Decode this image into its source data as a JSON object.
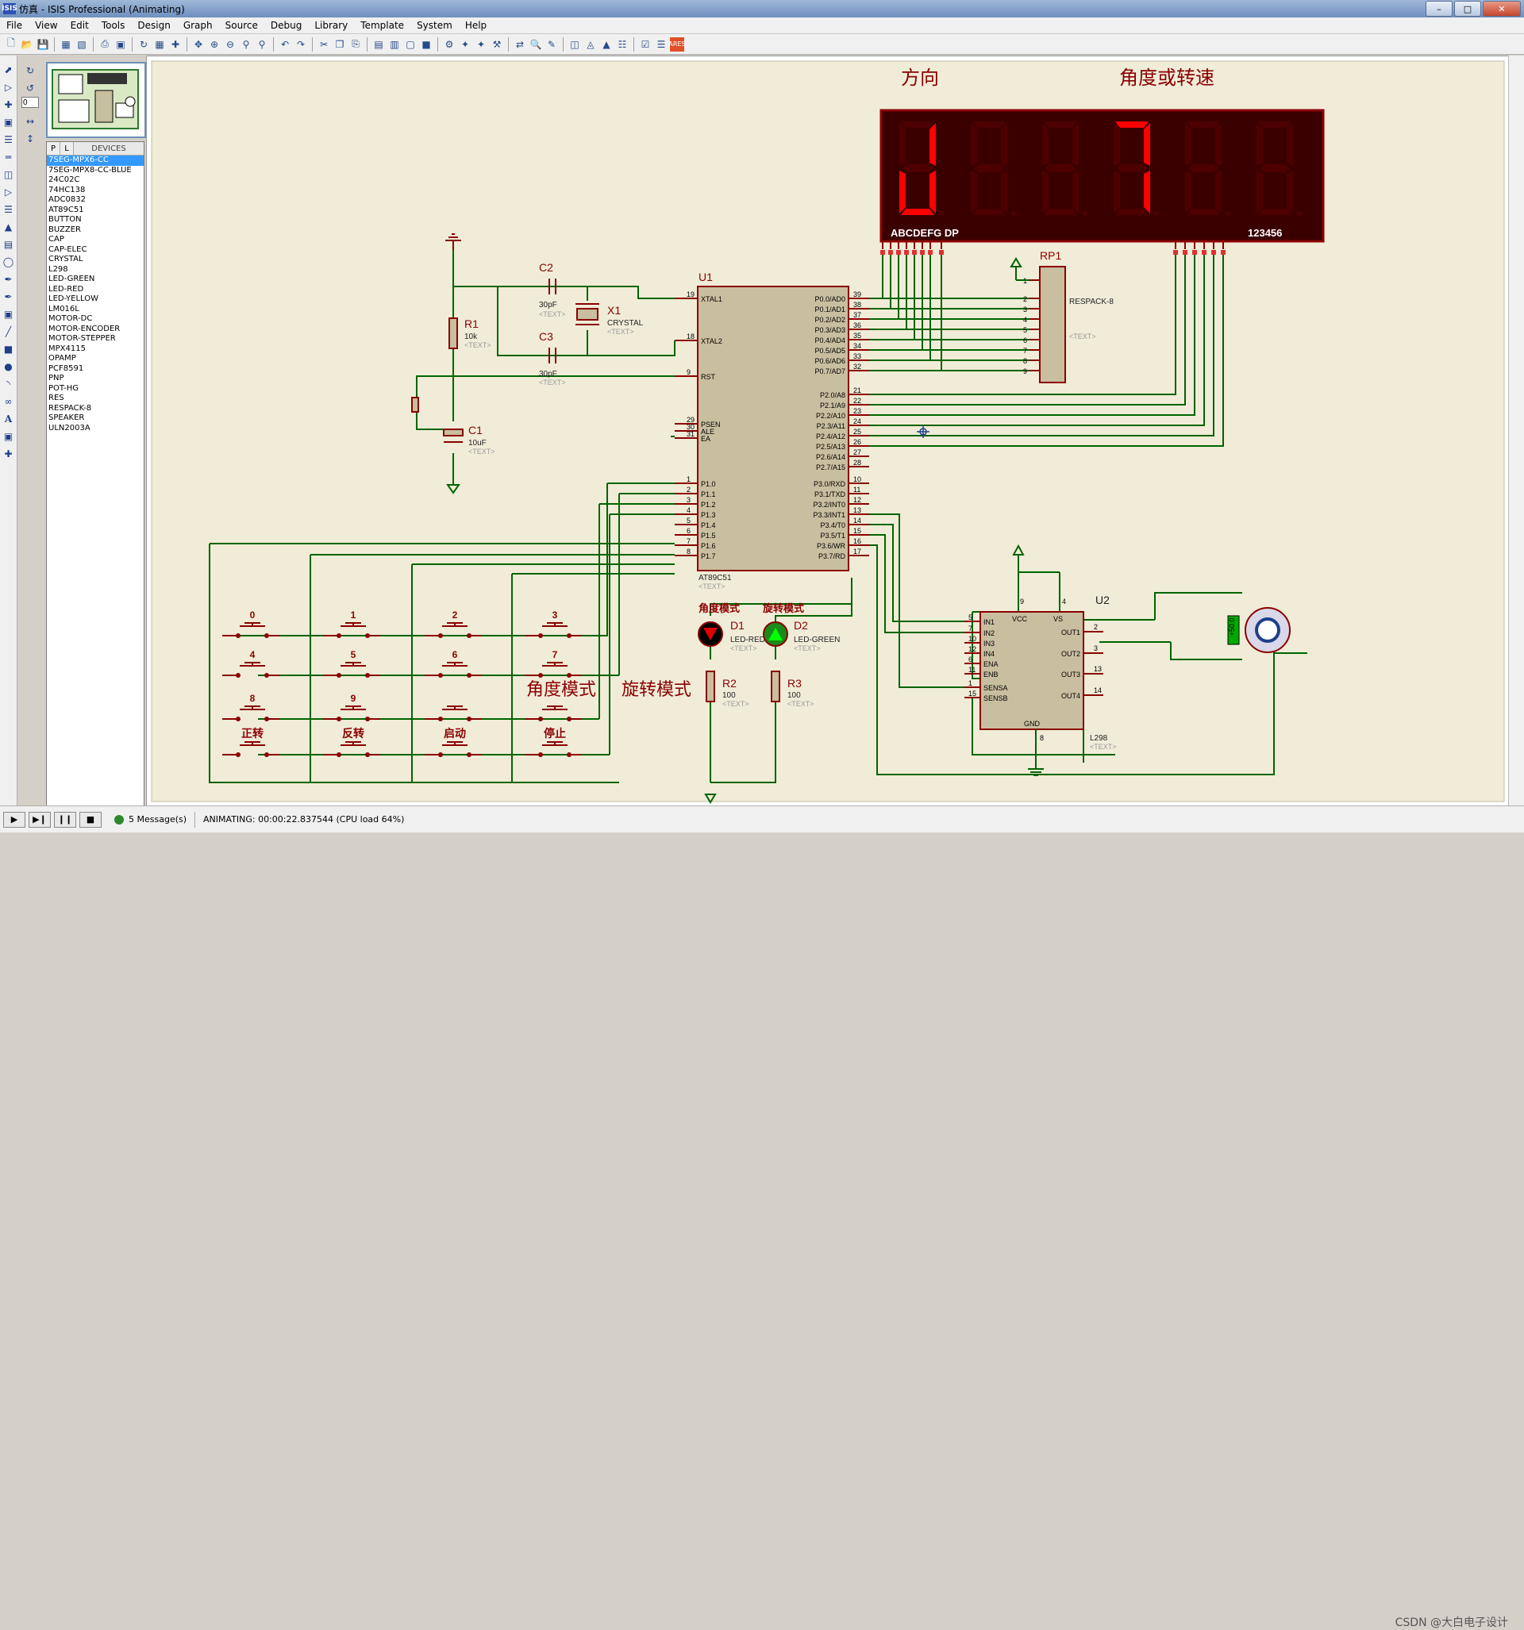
{
  "window": {
    "title": "仿真 - ISIS Professional (Animating)",
    "app_icon": "ISIS"
  },
  "menus": [
    "File",
    "View",
    "Edit",
    "Tools",
    "Design",
    "Graph",
    "Source",
    "Debug",
    "Library",
    "Template",
    "System",
    "Help"
  ],
  "rotation_value": "0",
  "devices": {
    "tabs": [
      "P",
      "L"
    ],
    "title": "DEVICES",
    "items": [
      "7SEG-MPX6-CC",
      "7SEG-MPX8-CC-BLUE",
      "24C02C",
      "74HC138",
      "ADC0832",
      "AT89C51",
      "BUTTON",
      "BUZZER",
      "CAP",
      "CAP-ELEC",
      "CRYSTAL",
      "L298",
      "LED-GREEN",
      "LED-RED",
      "LED-YELLOW",
      "LM016L",
      "MOTOR-DC",
      "MOTOR-ENCODER",
      "MOTOR-STEPPER",
      "MPX4115",
      "OPAMP",
      "PCF8591",
      "PNP",
      "POT-HG",
      "RES",
      "RESPACK-8",
      "SPEAKER",
      "ULN2003A"
    ],
    "selected": 0
  },
  "schematic": {
    "label_direction": "方向",
    "label_angle_speed": "角度或转速",
    "display_segments_label": "ABCDEFG  DP",
    "display_digits_label": "123456",
    "c2": {
      "name": "C2",
      "value": "30pF",
      "text": "<TEXT>"
    },
    "c3": {
      "name": "C3",
      "value": "30pF",
      "text": "<TEXT>"
    },
    "x1": {
      "name": "X1",
      "value": "CRYSTAL",
      "text": "<TEXT>"
    },
    "r1": {
      "name": "R1",
      "value": "10k",
      "text": "<TEXT>"
    },
    "c1": {
      "name": "C1",
      "value": "10uF",
      "text": "<TEXT>"
    },
    "u1": {
      "name": "U1",
      "part": "AT89C51",
      "text": "<TEXT>",
      "left_pins": [
        [
          "19",
          "XTAL1"
        ],
        [
          "18",
          "XTAL2"
        ],
        [
          "9",
          "RST"
        ],
        [
          "29",
          "PSEN"
        ],
        [
          "30",
          "ALE"
        ],
        [
          "31",
          "EA"
        ],
        [
          "1",
          "P1.0"
        ],
        [
          "2",
          "P1.1"
        ],
        [
          "3",
          "P1.2"
        ],
        [
          "4",
          "P1.3"
        ],
        [
          "5",
          "P1.4"
        ],
        [
          "6",
          "P1.5"
        ],
        [
          "7",
          "P1.6"
        ],
        [
          "8",
          "P1.7"
        ]
      ],
      "right_pins": [
        [
          "39",
          "P0.0/AD0"
        ],
        [
          "38",
          "P0.1/AD1"
        ],
        [
          "37",
          "P0.2/AD2"
        ],
        [
          "36",
          "P0.3/AD3"
        ],
        [
          "35",
          "P0.4/AD4"
        ],
        [
          "34",
          "P0.5/AD5"
        ],
        [
          "33",
          "P0.6/AD6"
        ],
        [
          "32",
          "P0.7/AD7"
        ],
        [
          "21",
          "P2.0/A8"
        ],
        [
          "22",
          "P2.1/A9"
        ],
        [
          "23",
          "P2.2/A10"
        ],
        [
          "24",
          "P2.3/A11"
        ],
        [
          "25",
          "P2.4/A12"
        ],
        [
          "26",
          "P2.5/A13"
        ],
        [
          "27",
          "P2.6/A14"
        ],
        [
          "28",
          "P2.7/A15"
        ],
        [
          "10",
          "P3.0/RXD"
        ],
        [
          "11",
          "P3.1/TXD"
        ],
        [
          "12",
          "P3.2/INT0"
        ],
        [
          "13",
          "P3.3/INT1"
        ],
        [
          "14",
          "P3.4/T0"
        ],
        [
          "15",
          "P3.5/T1"
        ],
        [
          "16",
          "P3.6/WR"
        ],
        [
          "17",
          "P3.7/RD"
        ]
      ]
    },
    "rp1": {
      "name": "RP1",
      "part": "RESPACK-8",
      "text": "<TEXT>",
      "pins": [
        "1",
        "2",
        "3",
        "4",
        "5",
        "6",
        "7",
        "8",
        "9"
      ]
    },
    "u2": {
      "name": "U2",
      "part": "L298",
      "text": "<TEXT>",
      "left_pins": [
        [
          "5",
          "IN1"
        ],
        [
          "7",
          "IN2"
        ],
        [
          "10",
          "IN3"
        ],
        [
          "12",
          "IN4"
        ],
        [
          "6",
          "ENA"
        ],
        [
          "11",
          "ENB"
        ],
        [
          "1",
          "SENSA"
        ],
        [
          "15",
          "SENSB"
        ]
      ],
      "right_pins": [
        [
          "2",
          "OUT1"
        ],
        [
          "3",
          "OUT2"
        ],
        [
          "13",
          "OUT3"
        ],
        [
          "14",
          "OUT4"
        ]
      ],
      "top_labels": [
        "VCC",
        "VS"
      ],
      "top_pins": [
        "9",
        "4"
      ],
      "gnd_label": "GND",
      "gnd_pin": "8"
    },
    "motor_value": "+50.0",
    "keys": [
      "0",
      "1",
      "2",
      "3",
      "4",
      "5",
      "6",
      "7",
      "8",
      "9"
    ],
    "key_labels": [
      "正转",
      "反转",
      "启动",
      "停止"
    ],
    "mode_angle_big": "角度模式",
    "mode_rotate_big": "旋转模式",
    "d1": {
      "caption": "角度模式",
      "name": "D1",
      "part": "LED-RED",
      "text": "<TEXT>"
    },
    "d2": {
      "caption": "旋转模式",
      "name": "D2",
      "part": "LED-GREEN",
      "text": "<TEXT>"
    },
    "r2": {
      "name": "R2",
      "value": "100",
      "text": "<TEXT>"
    },
    "r3": {
      "name": "R3",
      "value": "100",
      "text": "<TEXT>"
    }
  },
  "status": {
    "messages": "5 Message(s)",
    "animation": "ANIMATING: 00:00:22.837544 (CPU load 64%)",
    "watermark": "CSDN @大白电子设计"
  },
  "colors": {
    "wire": "#006400",
    "component": "#8b0000",
    "canvas": "#f0ecd8",
    "body": "#c8bea0",
    "seg_on": "#ff0000",
    "seg_off": "#4d0000",
    "display_bg": "#3a0000"
  }
}
